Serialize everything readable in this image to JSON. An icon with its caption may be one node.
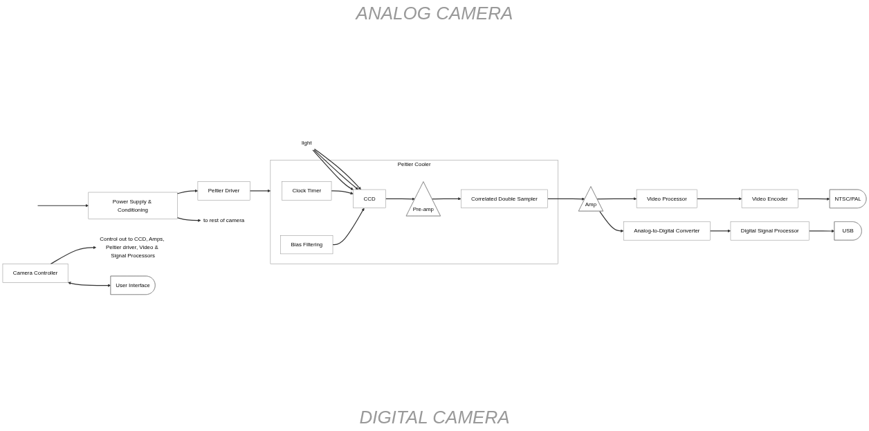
{
  "diagram": {
    "nodes": [
      {
        "text": [
          "Power Supply & Conditioning"
        ]
      },
      {
        "text": [
          "to rest of camera"
        ]
      },
      {
        "text": [
          "Peltier Driver"
        ]
      },
      {
        "text": [
          "Peltier Cooler"
        ]
      },
      {
        "text": [
          "CCD"
        ],
        "in": 3
      },
      {
        "text": [
          "Pre-amp"
        ],
        "in": 3
      },
      {
        "text": [
          "Correlated Double Sampler"
        ],
        "in": 3
      },
      {
        "text": [
          "Clock Timer"
        ],
        "in": 3
      },
      {
        "text": [
          "Bias Filtering"
        ],
        "in": 3
      },
      {
        "text": [
          "light"
        ]
      },
      {
        "text": [
          "Amp"
        ]
      },
      {
        "text": [
          "Video Processor"
        ]
      },
      {
        "text": [
          "Video Encoder"
        ]
      },
      {
        "text": [
          "NTSC/PAL"
        ]
      },
      {
        "text": [
          "Camera Controller"
        ]
      },
      {
        "text": [
          "Control out to CCD, Amps, Peltier driver, Video & Signal Processors"
        ]
      },
      {
        "text": [
          "User Interface"
        ]
      },
      {
        "text": [
          "Analog-to-Digital Converter"
        ]
      },
      {
        "text": [
          "Digital Signal Processor"
        ]
      },
      {
        "text": [
          "USB"
        ]
      }
    ],
    "edges": [
      {
        "from": null,
        "to": 0,
        "arrow": "to"
      },
      {
        "from": 0,
        "to": 1,
        "arrow": "to"
      },
      {
        "from": 0,
        "to": 2,
        "arrow": "to"
      },
      {
        "from": 2,
        "to": 3,
        "arrow": "to"
      },
      {
        "from": 9,
        "to": 4,
        "arrow": "to"
      },
      {
        "from": 9,
        "to": 4,
        "arrow": "to"
      },
      {
        "from": 9,
        "to": 4,
        "arrow": "to"
      },
      {
        "from": 4,
        "to": 5,
        "arrow": "to"
      },
      {
        "from": 5,
        "to": 6,
        "arrow": "to"
      },
      {
        "from": 7,
        "to": 4,
        "arrow": "to"
      },
      {
        "from": 8,
        "to": 4,
        "arrow": "to"
      },
      {
        "from": 6,
        "to": 10,
        "arrow": "to"
      },
      {
        "from": 10,
        "to": 11,
        "arrow": "to"
      },
      {
        "from": 10,
        "to": 17,
        "arrow": "to"
      },
      {
        "from": 11,
        "to": 12,
        "arrow": "to"
      },
      {
        "from": 12,
        "to": 13,
        "arrow": "to"
      },
      {
        "from": 14,
        "to": 15,
        "arrow": "to"
      },
      {
        "from": 14,
        "to": 16,
        "arrow": "both"
      },
      {
        "from": 17,
        "to": 18,
        "arrow": "to"
      },
      {
        "from": 18,
        "to": 19,
        "arrow": "to"
      }
    ],
    "labels": [
      "ANALOG CAMERA",
      "DIGITAL CAMERA"
    ]
  }
}
